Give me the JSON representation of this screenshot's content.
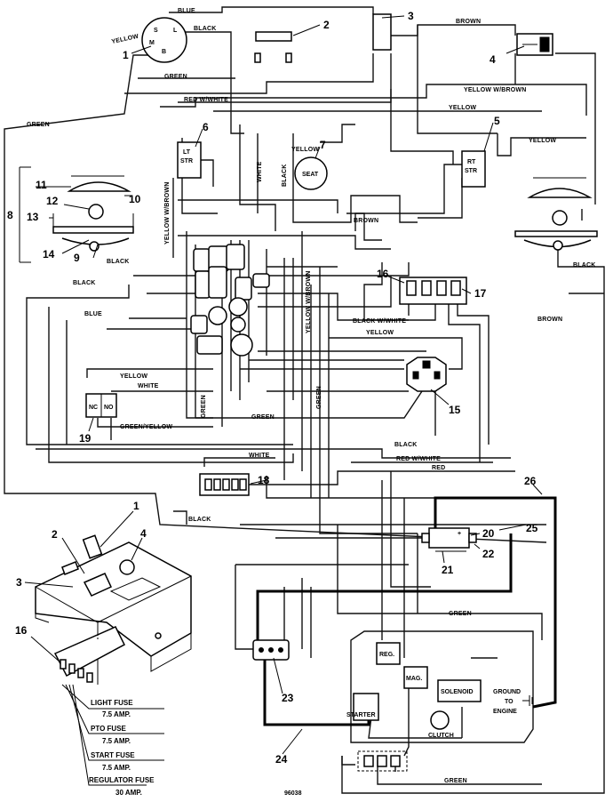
{
  "wire_labels": {
    "blue_top": "BLUE",
    "black_top": "BLACK",
    "yellow_left": "YELLOW",
    "green_top": "GREEN",
    "brown_top": "BROWN",
    "yellow_w_brown": "YELLOW W/BROWN",
    "red_w_white": "RED W/WHITE",
    "yellow_right": "YELLOW",
    "green_left": "GREEN",
    "yellow_right2": "YELLOW",
    "yellow_seat": "YELLOW",
    "white_v": "WHITE",
    "black_v": "BLACK",
    "yellow_w_brown_v": "YELLOW W/BROWN",
    "brown_mid": "BROWN",
    "black_left_light": "BLACK",
    "black_right_light": "BLACK",
    "black_mid": "BLACK",
    "black_w_white": "BLACK W/WHITE",
    "blue_mid": "BLUE",
    "yellow_w_brown_v2": "YELLOW W/BROWN",
    "yellow_mid": "YELLOW",
    "brown_right": "BROWN",
    "yellow_relay": "YELLOW",
    "white_relay": "WHITE",
    "green_yellow": "GREEN/YELLOW",
    "green_v1": "GREEN",
    "green_v2": "GREEN",
    "green_mid": "GREEN",
    "black_low": "BLACK",
    "white_low": "WHITE",
    "red_w_white_low": "RED W/WHITE",
    "red_low": "RED",
    "black_bottom": "BLACK",
    "green_engine": "GREEN",
    "green_bottom": "GREEN"
  },
  "component_labels": {
    "ignition_s": "S",
    "ignition_l": "L",
    "ignition_m": "M",
    "ignition_b": "B",
    "lt_str_1": "LT",
    "lt_str_2": "STR",
    "rt_str_1": "RT",
    "rt_str_2": "STR",
    "seat": "SEAT",
    "relay_nc": "NC",
    "relay_no": "NO",
    "reg": "REG.",
    "mag": "MAG.",
    "solenoid": "SOLENOID",
    "starter": "STARTER",
    "clutch": "CLUTCH",
    "ground_1": "GROUND",
    "ground_2": "TO",
    "ground_3": "ENGINE"
  },
  "callouts": {
    "n1": "1",
    "n2": "2",
    "n3": "3",
    "n4": "4",
    "n5": "5",
    "n6": "6",
    "n7": "7",
    "n8": "8",
    "n9": "9",
    "n10": "10",
    "n11": "11",
    "n12": "12",
    "n13": "13",
    "n14": "14",
    "n15": "15",
    "n16": "16",
    "n17": "17",
    "n18": "18",
    "n19": "19",
    "n20": "20",
    "n21": "21",
    "n22": "22",
    "n23": "23",
    "n24": "24",
    "n25": "25",
    "n26": "26",
    "p1": "1",
    "p2": "2",
    "p3": "3",
    "p4": "4",
    "p16": "16"
  },
  "fuses": {
    "light": "LIGHT FUSE",
    "light_amp": "7.5 AMP.",
    "pto": "PTO FUSE",
    "pto_amp": "7.5 AMP.",
    "start": "START FUSE",
    "start_amp": "7.5 AMP.",
    "regulator": "REGULATOR FUSE",
    "regulator_amp": "30 AMP."
  },
  "drawing_number": "96038"
}
